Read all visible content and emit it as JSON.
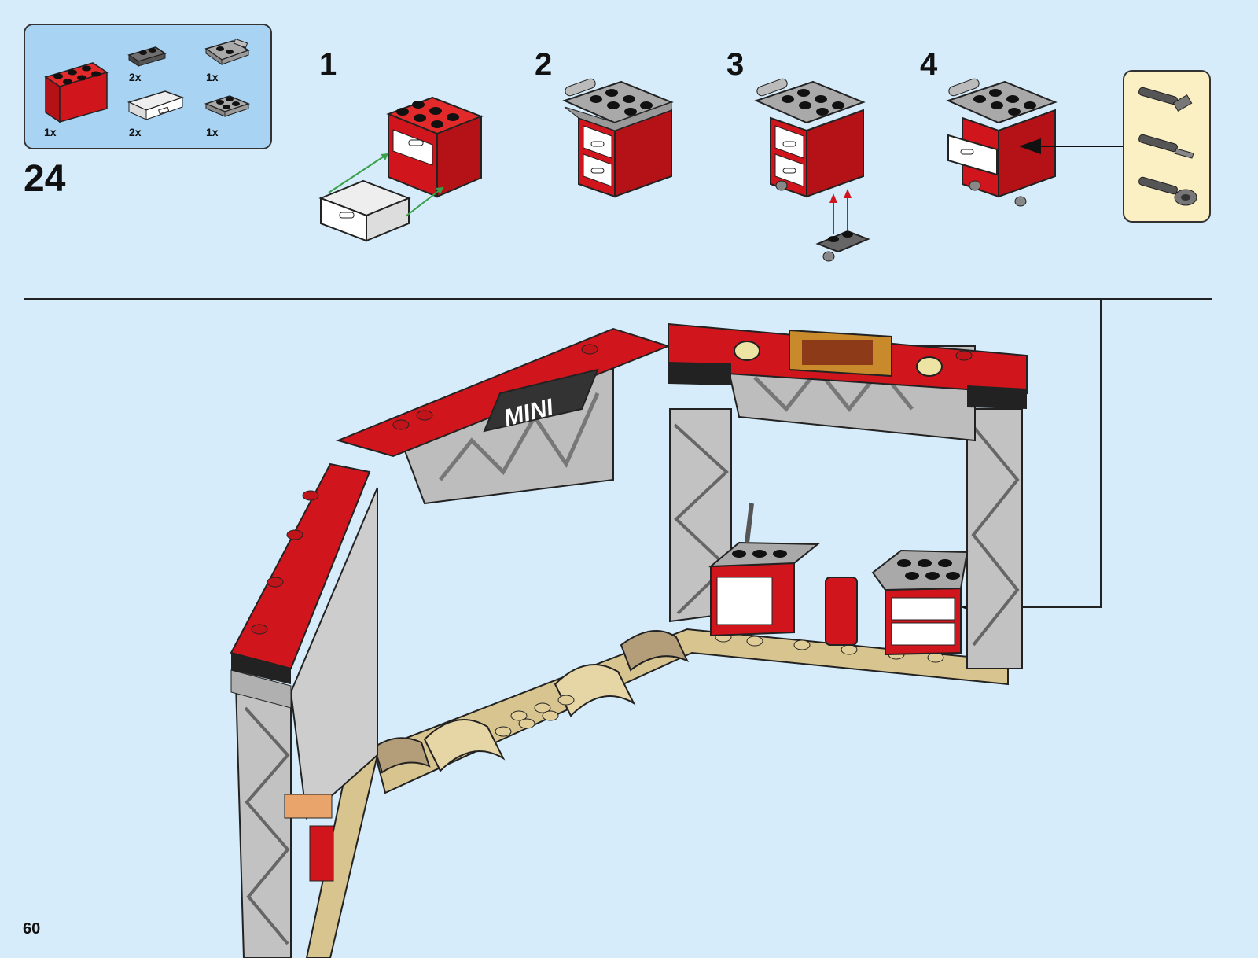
{
  "page": {
    "number": "60",
    "main_step": "24"
  },
  "parts_list": [
    {
      "qty": "1x",
      "piece": "red-drawer-cabinet"
    },
    {
      "qty": "2x",
      "piece": "dark-gray-wheel-plate"
    },
    {
      "qty": "2x",
      "piece": "white-drawer"
    },
    {
      "qty": "1x",
      "piece": "gray-handle-plate"
    },
    {
      "qty": "1x",
      "piece": "gray-plate-2x2"
    }
  ],
  "substeps": [
    "1",
    "2",
    "3",
    "4"
  ],
  "model": {
    "sign_text": "MINI"
  },
  "callout_tools": [
    "wrench-icon",
    "screwdriver-icon",
    "socket-wrench-icon"
  ],
  "colors": {
    "background": "#d6ecfa",
    "parts_box": "#a9d3f2",
    "callout": "#fbefc4",
    "red": "#d0161c",
    "gray": "#b9b9b9",
    "tan": "#d8c48f"
  }
}
